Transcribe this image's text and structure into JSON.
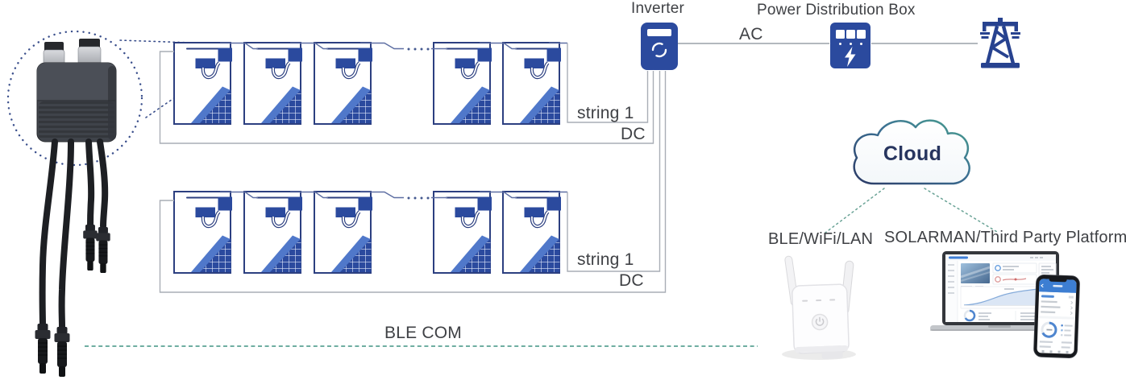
{
  "system": {
    "pv_strings": [
      {
        "string_label": "string 1",
        "bus_label": "DC",
        "panel_count": 5
      },
      {
        "string_label": "string 1",
        "bus_label": "DC",
        "panel_count": 5
      }
    ],
    "inverter_label": "Inverter",
    "ac_label": "AC",
    "distribution_box_label": "Power Distribution Box",
    "cloud_label": "Cloud",
    "gateway_label": "BLE/WiFi/LAN",
    "platform_label": "SOLARMAN/Third Party Platform",
    "ble_link_label": "BLE COM",
    "icons": {
      "inverter": "sync-icon",
      "distribution_box": "lightning-icon",
      "grid": "transmission-tower-icon",
      "cloud": "cloud-icon",
      "gateway": "wifi-repeater-device",
      "platform": "laptop-and-phone-dashboard",
      "optimizer": "pv-optimizer-device"
    },
    "colors": {
      "brand_blue": "#2b4a9e",
      "panel_outline": "#2c3f80",
      "teal_link": "#5ba294",
      "wire_gray": "#a9aeb6",
      "label_text": "#3f4145",
      "cloud_gradient_start": "#2b3a66",
      "cloud_gradient_end": "#49a18f"
    }
  }
}
